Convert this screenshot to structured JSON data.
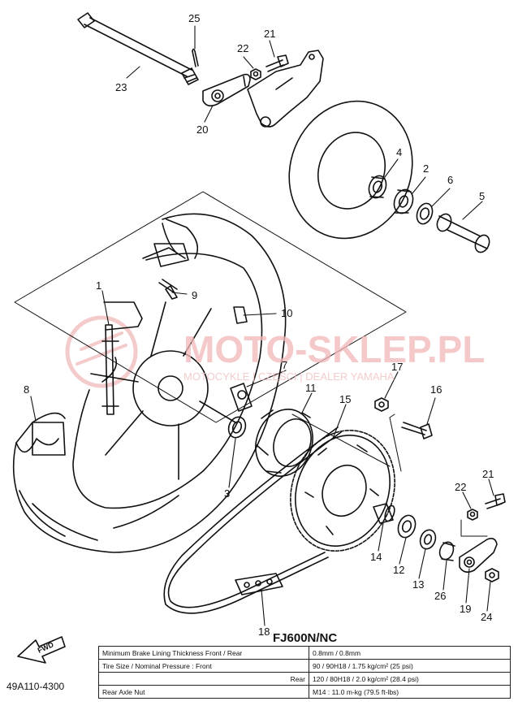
{
  "watermark": {
    "brand": "MOTO-SKLEP.PL",
    "tagline": "MOTOCYKLE | CZĘŚCI | DEALER YAMAHA"
  },
  "callouts": [
    "25",
    "23",
    "22",
    "21",
    "20",
    "4",
    "2",
    "6",
    "5",
    "1",
    "9",
    "10",
    "7",
    "11",
    "15",
    "17",
    "16",
    "8",
    "3",
    "14",
    "12",
    "13",
    "26",
    "19",
    "24",
    "22",
    "21",
    "18"
  ],
  "model_label": "FJ600N/NC",
  "diagram_code": "49A110-4300",
  "fwd_label": "FWD",
  "specs": [
    {
      "label": "Minimum Brake Lining Thickness Front / Rear",
      "value": "0.8mm / 0.8mm"
    },
    {
      "label": "Tire Size / Nominal Pressure : Front",
      "value": "90 / 90H18 / 1.75 kg/cm² (25 psi)"
    },
    {
      "label": "Rear",
      "value": "120 / 80H18 / 2.0 kg/cm² (28.4 psi)"
    },
    {
      "label": "Rear Axle Nut",
      "value": "M14 : 11.0 m-kg (79.5 ft-lbs)"
    }
  ]
}
